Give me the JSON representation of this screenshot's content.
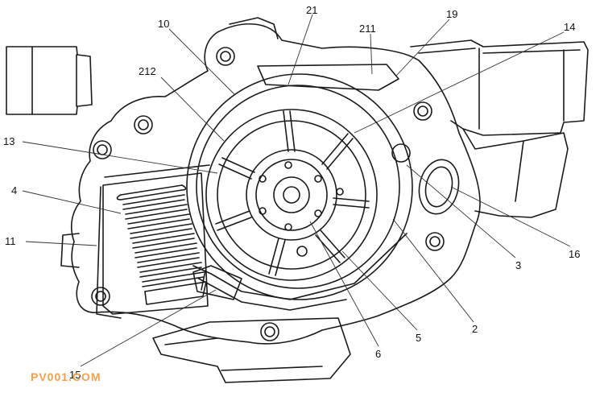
{
  "labels": {
    "l10": "10",
    "l21": "21",
    "l19": "19",
    "l211": "211",
    "l14": "14",
    "l212": "212",
    "l13": "13",
    "l4": "4",
    "l11": "11",
    "l15": "15",
    "l6": "6",
    "l5": "5",
    "l2": "2",
    "l3": "3",
    "l16": "16"
  },
  "watermark": "PV001.COM",
  "colors": {
    "line": "#1a1a1a",
    "leader": "#333333",
    "watermark": "#f0a050"
  }
}
